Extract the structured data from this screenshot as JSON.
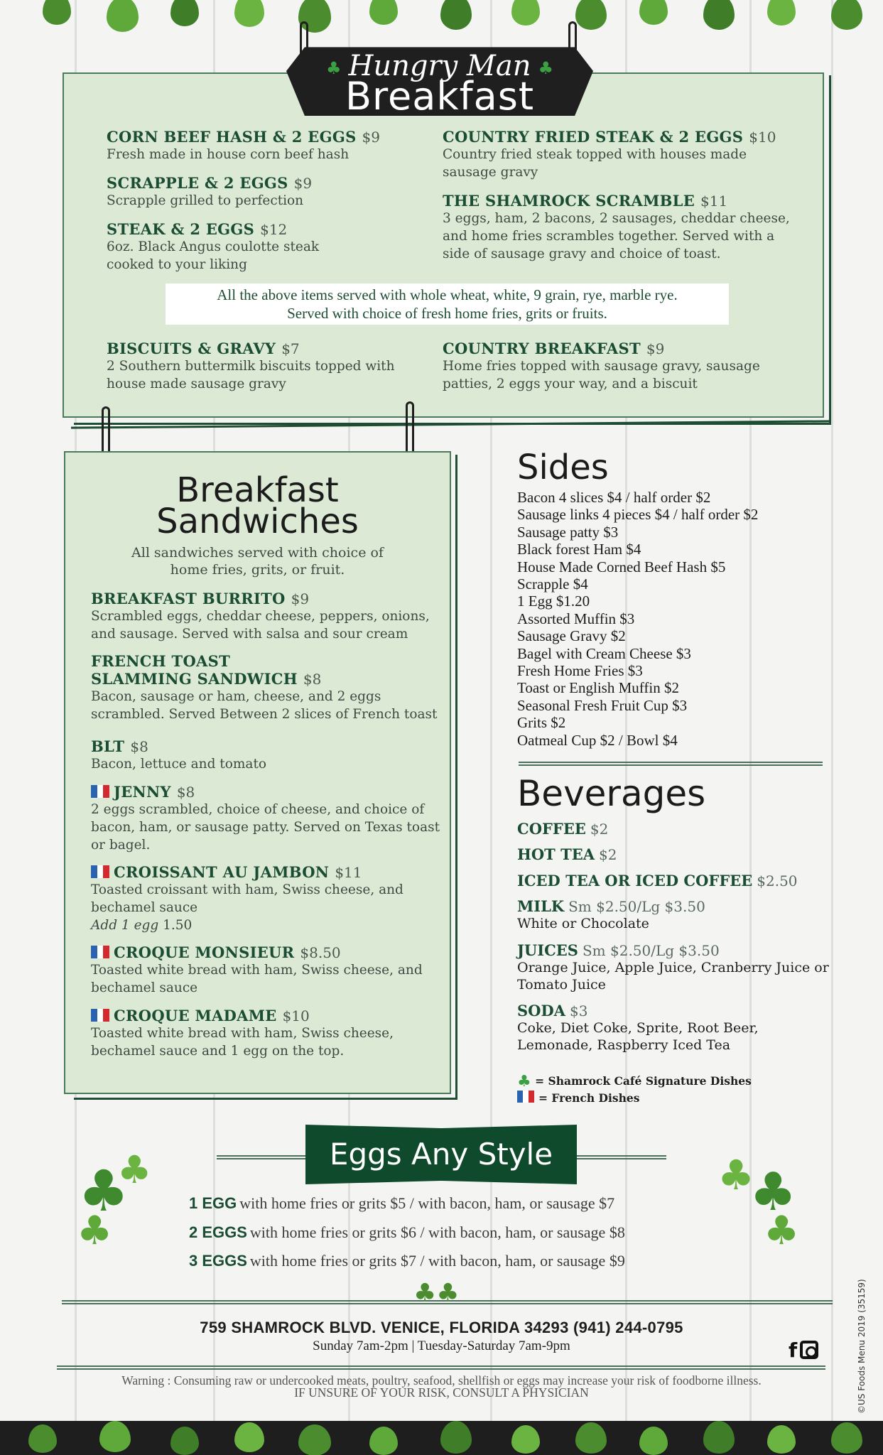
{
  "header": {
    "title_line1": "Hungry Man",
    "title_line2": "Breakfast",
    "clover_icon": "shamrock-icon"
  },
  "hungry_man": {
    "items": [
      {
        "name": "CORN BEEF HASH & 2 EGGS",
        "price": "$9",
        "desc": "Fresh made in house corn beef hash"
      },
      {
        "name": "SCRAPPLE & 2 EGGS",
        "price": "$9",
        "desc": "Scrapple grilled to perfection"
      },
      {
        "name": "STEAK & 2 EGGS",
        "price": "$12",
        "desc": "6oz. Black Angus coulotte steak cooked to your liking"
      },
      {
        "name": "COUNTRY FRIED STEAK & 2 EGGS",
        "price": "$10",
        "desc": "Country fried steak topped with houses made sausage gravy"
      },
      {
        "name": "THE SHAMROCK SCRAMBLE",
        "price": "$11",
        "desc": "3 eggs, ham, 2 bacons, 2 sausages, cheddar cheese, and home fries scrambles together. Served with a side of sausage gravy and choice of toast."
      },
      {
        "name": "BISCUITS & GRAVY",
        "price": "$7",
        "desc": "2 Southern buttermilk biscuits topped with house made sausage gravy"
      },
      {
        "name": "COUNTRY BREAKFAST",
        "price": "$9",
        "desc": "Home fries topped with sausage gravy, sausage patties, 2 eggs your way, and a biscuit"
      }
    ],
    "served_note_line1": "All the above items served with whole wheat, white, 9 grain, rye, marble rye.",
    "served_note_line2": "Served with choice of fresh home fries, grits or fruits."
  },
  "sandwiches": {
    "title_line1": "Breakfast",
    "title_line2": "Sandwiches",
    "subtitle_line1": "All sandwiches served with choice of",
    "subtitle_line2": "home fries, grits, or fruit.",
    "items": [
      {
        "name": "BREAKFAST BURRITO",
        "price": "$9",
        "desc": "Scrambled eggs, cheddar cheese, peppers, onions, and sausage. Served with salsa and sour cream",
        "french": false
      },
      {
        "name_line1": "FRENCH TOAST",
        "name": "SLAMMING SANDWICH",
        "price": "$8",
        "desc": "Bacon, sausage or ham, cheese, and 2 eggs scrambled. Served Between 2 slices of French toast",
        "french": false
      },
      {
        "name": "BLT",
        "price": "$8",
        "desc": "Bacon, lettuce and tomato",
        "french": false
      },
      {
        "name": "JENNY",
        "price": "$8",
        "desc": "2 eggs scrambled, choice of cheese, and choice of bacon, ham, or sausage patty. Served on Texas toast or bagel.",
        "french": true
      },
      {
        "name": "CROISSANT AU JAMBON",
        "price": "$11",
        "desc": "Toasted croissant with ham, Swiss cheese, and bechamel sauce",
        "addon_label": "Add 1 egg",
        "addon_price": "1.50",
        "french": true
      },
      {
        "name": "CROQUE MONSIEUR",
        "price": "$8.50",
        "desc": "Toasted white bread with ham, Swiss cheese, and bechamel sauce",
        "french": true
      },
      {
        "name": "CROQUE MADAME",
        "price": "$10",
        "desc": "Toasted white bread with ham, Swiss cheese, bechamel sauce and 1 egg on the top.",
        "french": true
      }
    ]
  },
  "sides": {
    "title": "Sides",
    "items": [
      "Bacon 4 slices  $4 / half order  $2",
      "Sausage links 4 pieces  $4 / half order  $2",
      "Sausage patty  $3",
      "Black forest Ham  $4",
      "House Made Corned Beef Hash  $5",
      "Scrapple  $4",
      "1 Egg  $1.20",
      "Assorted Muffin  $3",
      "Sausage Gravy  $2",
      "Bagel with Cream Cheese  $3",
      "Fresh Home Fries  $3",
      "Toast or English Muffin  $2",
      "Seasonal Fresh Fruit Cup  $3",
      "Grits  $2",
      "Oatmeal Cup  $2 / Bowl  $4"
    ]
  },
  "beverages": {
    "title": "Beverages",
    "items": [
      {
        "name": "COFFEE",
        "price": "$2"
      },
      {
        "name": "HOT TEA",
        "price": "$2"
      },
      {
        "name": "ICED TEA OR ICED COFFEE",
        "price": "$2.50"
      },
      {
        "name": "MILK",
        "price": "Sm  $2.50/Lg  $3.50",
        "desc": "White or Chocolate"
      },
      {
        "name": "JUICES",
        "price": "Sm  $2.50/Lg  $3.50",
        "desc": "Orange Juice, Apple Juice, Cranberry Juice or Tomato Juice"
      },
      {
        "name": "SODA",
        "price": "$3",
        "desc": "Coke, Diet Coke, Sprite, Root Beer, Lemonade, Raspberry Iced Tea"
      }
    ]
  },
  "legend": {
    "signature": "= Shamrock Café Signature Dishes",
    "french": "= French Dishes"
  },
  "eggs_any_style": {
    "title": "Eggs Any Style",
    "rows": [
      {
        "label": "1 EGG",
        "text": "with home fries or grits  $5 / with bacon, ham, or sausage  $7"
      },
      {
        "label": "2 EGGS",
        "text": "with home fries or grits  $6 / with bacon, ham, or sausage  $8"
      },
      {
        "label": "3 EGGS",
        "text": "with home fries or grits  $7 / with bacon, ham, or sausage  $9"
      }
    ]
  },
  "footer": {
    "address": "759 SHAMROCK BLVD. VENICE, FLORIDA 34293  (941) 244-0795",
    "hours": "Sunday 7am-2pm  |  Tuesday-Saturday 7am-9pm",
    "warning_line1": "Warning : Consuming raw or undercooked meats, poultry, seafood, shellfish or eggs may increase your risk of foodborne illness.",
    "warning_line2": "IF UNSURE OF YOUR RISK, CONSULT A PHYSICIAN",
    "copyright": "©US Foods Menu 2019 (35159)",
    "social": {
      "facebook": "f",
      "instagram_icon": "instagram-icon"
    }
  },
  "colors": {
    "panel_green": "#dce9d5",
    "heading_green": "#1a4d33",
    "banner_green": "#0f4a2c",
    "sign_black": "#1f1f1f",
    "flag_blue": "#2a64b0",
    "flag_red": "#d22a2f"
  }
}
